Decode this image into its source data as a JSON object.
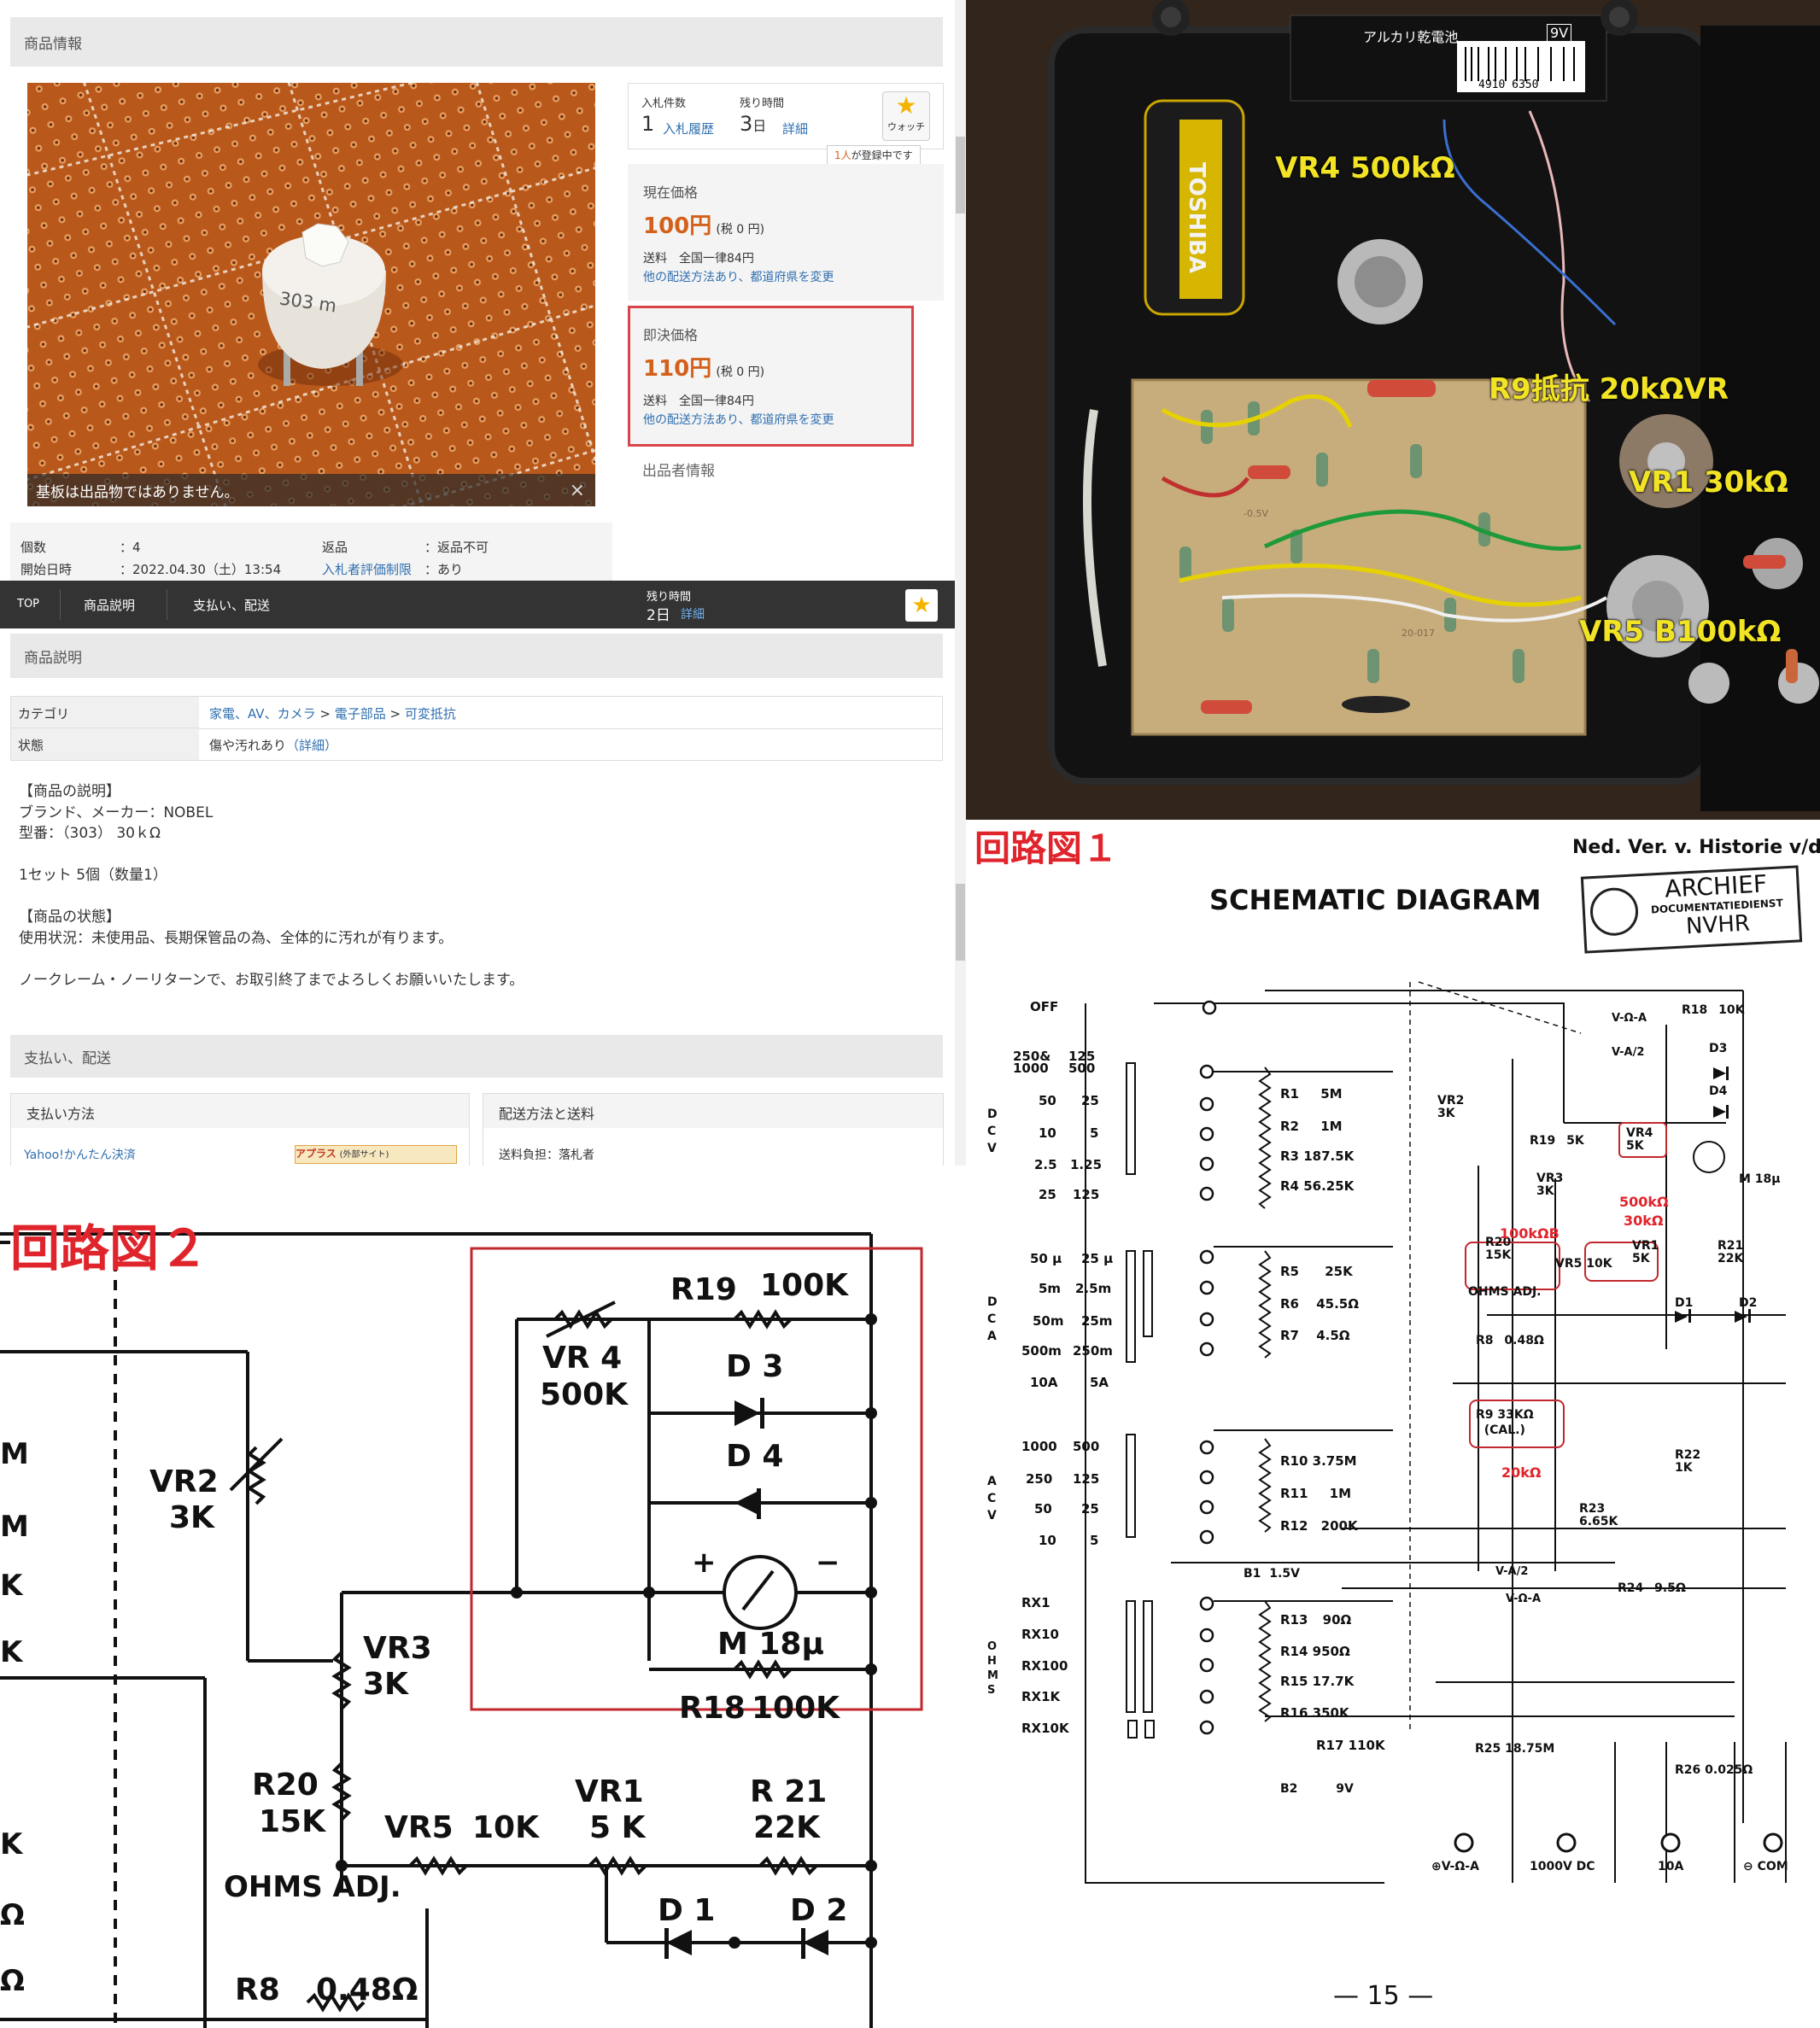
{
  "listing": {
    "section_product_info": "商品情報",
    "photo_caption": "基板は出品物ではありません。",
    "photo_part_text": "303 m",
    "bid_count_label": "入札件数",
    "bid_count": "1",
    "bid_history_link": "入札履歴",
    "time_left_label": "残り時間",
    "time_left": "3",
    "time_unit": "日",
    "detail_link": "詳細",
    "watch_label": "ウォッチ",
    "watch_note_count": "1人",
    "watch_note_text": "が登録中です",
    "current_price_label": "現在価格",
    "current_price": "100円",
    "current_tax": "(税 0 円)",
    "shipping_label": "送料",
    "shipping_value": "全国一律84円",
    "shipping_change": "他の配送方法あり、都道府県を変更",
    "buyout_label": "即決価格",
    "buyout_price": "110円",
    "buyout_tax": "(税 0 円)",
    "buyout_shipping_value": "全国一律84円",
    "buyout_shipping_change": "他の配送方法あり、都道府県を変更",
    "seller_info": "出品者情報",
    "qty_label": "個数",
    "qty_value": "：4",
    "return_label": "返品",
    "return_value": "：返品不可",
    "start_label": "開始日時",
    "start_value": "：2022.04.30（土）13:54",
    "rating_label": "入札者評価制限",
    "rating_value": "：あり",
    "nav_top": "TOP",
    "nav_desc": "商品説明",
    "nav_pay": "支払い、配送",
    "nav_time_label": "残り時間",
    "nav_time": "2日",
    "nav_detail": "詳細",
    "section_desc": "商品説明",
    "category_label": "カテゴリ",
    "category_path": [
      "家電、AV、カメラ",
      "電子部品",
      "可変抵抗"
    ],
    "category_sep": ">",
    "condition_label": "状態",
    "condition_value": "傷や汚れあり",
    "condition_detail": "（詳細）",
    "desc_lines": [
      "【商品の説明】",
      "ブランド、メーカー：NOBEL",
      "型番：（303） 30ｋΩ",
      "",
      "1セット 5個（数量1）",
      "",
      "【商品の状態】",
      "使用状況：未使用品、長期保管品の為、全体的に汚れが有ります。",
      "",
      "ノークレーム・ノーリターンで、お取引終了までよろしくお願いいたします。"
    ],
    "section_pay": "支払い、配送",
    "pay_method": "支払い方法",
    "pay_yahoo": "Yahoo!かんたん決済",
    "aplus": "アプラス",
    "external_site": "(外部サイト)",
    "ship_method": "配送方法と送料",
    "ship_burden": "送料負担：落札者"
  },
  "photo": {
    "labels": [
      "VR4 500kΩ",
      "R9抵抗 20kΩVR",
      "VR1 30kΩ",
      "VR5 B100kΩ"
    ],
    "battery_text": "アルカリ乾電池",
    "battery_size": "9V",
    "barcode": "4910 6350",
    "toshiba": "TOSHIBA",
    "board_text": [
      "-0.5V",
      "20-017"
    ]
  },
  "schematic1": {
    "title_jp": "回路図１",
    "title": "SCHEMATIC DIAGRAM",
    "archive_top": "Ned. Ver. v. Historie v/d",
    "stamp": [
      "ARCHIEF",
      "DOCUMENTATIEDIENST",
      "NVHR"
    ],
    "page": "— 15 —",
    "left_values": [
      "250&\n1000",
      "125\n500",
      "50",
      "25",
      "10",
      "5",
      "2.5",
      "1.25",
      "25",
      "125",
      "50 μ",
      "25 μ",
      "5m",
      "2.5m",
      "50m",
      "25m",
      "500m",
      "250m",
      "10A",
      "5A",
      "1000",
      "500",
      "250",
      "125",
      "50",
      "25",
      "10",
      "5",
      "RX1",
      "RX10",
      "RX100",
      "RX1K",
      "RX10K"
    ],
    "group_labels": [
      "DCV",
      "DCA",
      "ACV",
      "OHMS"
    ],
    "off": "OFF",
    "resistors": [
      "R1 5M",
      "R2 1M",
      "R3 187.5K",
      "R4 56.25K",
      "R5 25K",
      "R6 45.5Ω",
      "R7 4.5Ω",
      "R10 3.75M",
      "R11 1M",
      "R12 200K",
      "R13 90Ω",
      "R14 950Ω",
      "R15 17.7K",
      "R16 350K",
      "R17 110K"
    ],
    "parts": [
      "VR2\n3K",
      "VR3\n3K",
      "R19 5K",
      "VR4\n5K",
      "M 18μ",
      "R18 10K",
      "D3",
      "D4",
      "V-Ω-A",
      "V-A/2",
      "R20\n15K",
      "VR5 10K",
      "VR1\n5K",
      "R21\n22K",
      "OHMS ADJ.",
      "D1",
      "D2",
      "R8 0.48Ω",
      "R9 33KΩ\n(CAL.)",
      "R22\n1K",
      "R23\n6.65K",
      "B1 1.5V",
      "R24 9.5Ω",
      "R25 18.75M",
      "R26 0.025Ω",
      "B2 9V",
      "V-Ω-A",
      "V-A/2"
    ],
    "annotations": [
      "500kΩ",
      "30kΩ",
      "100kΩB",
      "20kΩ"
    ],
    "terminals": [
      "⊕V-Ω-A",
      "1000V DC",
      "10A",
      "⊖ COM"
    ]
  },
  "schematic2": {
    "title_jp": "回路図２",
    "labels": [
      "R19",
      "100K",
      "VR 4",
      "500K",
      "D 3",
      "D 4",
      "M 18μ",
      "R18",
      "100K",
      "VR2",
      "3K",
      "VR3",
      "3K",
      "R20",
      "15K",
      "VR5",
      "10K",
      "VR1",
      "5 K",
      "R 21",
      "22K",
      "OHMS ADJ.",
      "D 1",
      "D 2",
      "R8",
      "0.48Ω"
    ],
    "left_letters": [
      "M",
      "M",
      "K",
      "K",
      "K",
      "Ω",
      "Ω"
    ]
  },
  "colors": {
    "accent": "#d3611b",
    "link": "#2f6fb0",
    "red": "#e0242c",
    "yellow": "#f2e424",
    "navbar": "#333333"
  }
}
